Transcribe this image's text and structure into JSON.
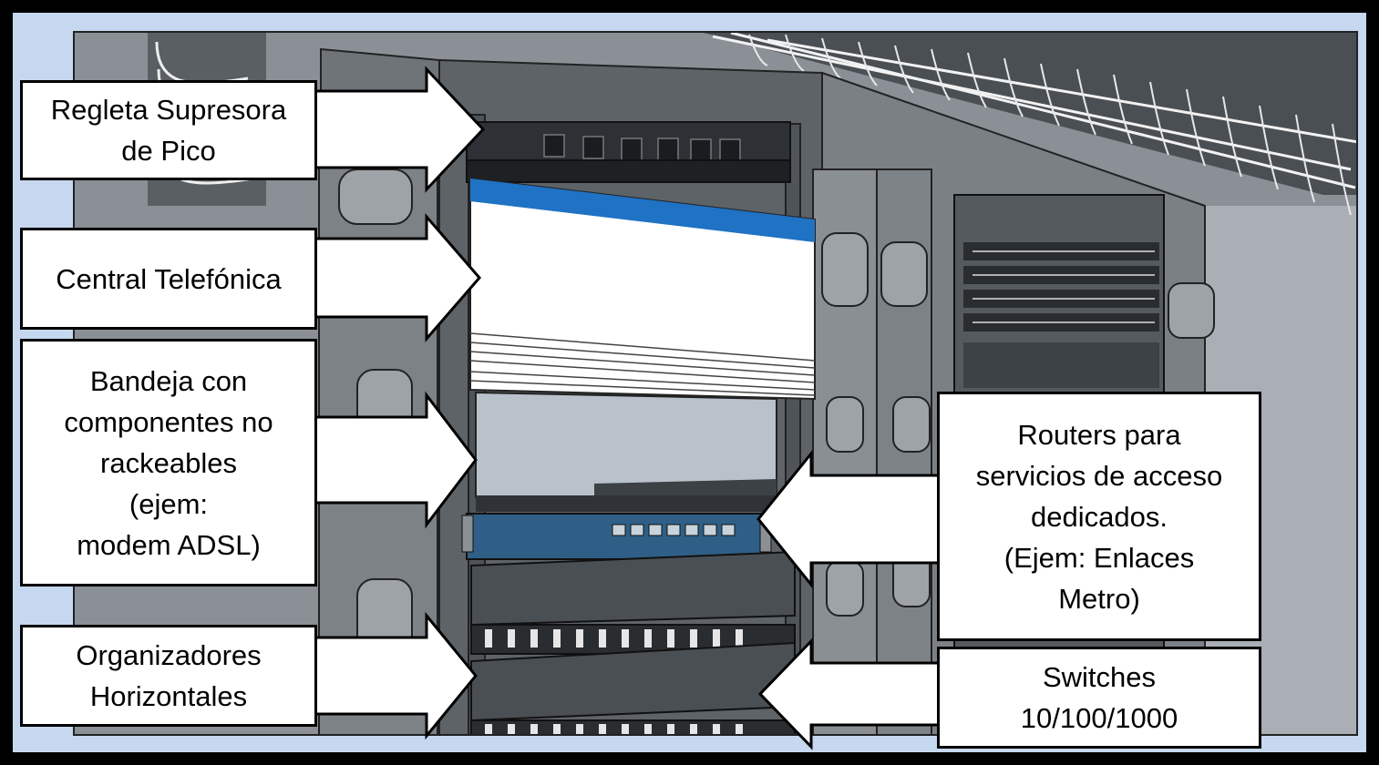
{
  "callouts": {
    "surge_strip": "Regleta Supresora\nde Pico",
    "pbx": "Central Telefónica",
    "tray": "Bandeja con\ncomponentes no\nrackeables\n(ejem:\nmodem ADSL)",
    "routers": "Routers para\nservicios de acceso\ndedicados.\n(Ejem: Enlaces\nMetro)",
    "organizers": "Organizadores\nHorizontales",
    "switches": "Switches\n10/100/1000"
  },
  "colors": {
    "frame": "#000000",
    "background": "#c6d8ef",
    "pbx_stripe": "#1f72c4",
    "router": "#2f5f86"
  }
}
